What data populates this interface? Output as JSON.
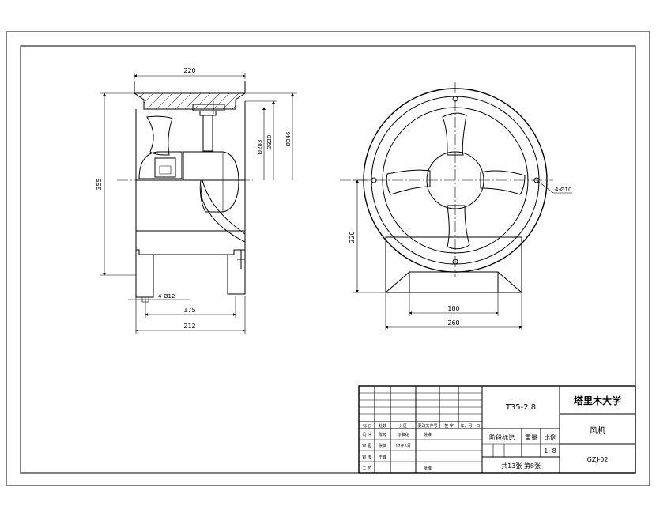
{
  "dimensions": {
    "side_width": "220",
    "side_height": "355",
    "dia_inner": "Ø283",
    "dia_mid": "Ø320",
    "dia_outer": "Ø346",
    "foot_holes": "4-Ø12",
    "base_inner": "175",
    "base_outer": "212",
    "front_height": "220",
    "front_base_inner": "180",
    "front_base_outer": "260",
    "flange_holes": "4-Ø10"
  },
  "title_block": {
    "drawing_no_code": "T35-2.8",
    "school": "塔里木大学",
    "part_name": "风机",
    "drawing_code": "GZJ-02",
    "stage_mark": "阶段标记",
    "weight": "重量",
    "scale_label": "比例",
    "scale_value": "1: 8",
    "sheet_info": "共13张  第8张",
    "header_labels": [
      "标记",
      "处数",
      "分区",
      "更改文件号",
      "签 字",
      "年、月、日"
    ],
    "rows": [
      {
        "label": "设 计",
        "name": "陈龙",
        "col3": "标准化",
        "col4": "批准"
      },
      {
        "label": "审 图",
        "name": "张伟",
        "col3": "12年5月",
        "col4": ""
      },
      {
        "label": "审 核",
        "name": "王峰",
        "col3": "",
        "col4": ""
      },
      {
        "label": "工 艺",
        "name": "",
        "col3": "",
        "col4": "批准"
      }
    ]
  }
}
